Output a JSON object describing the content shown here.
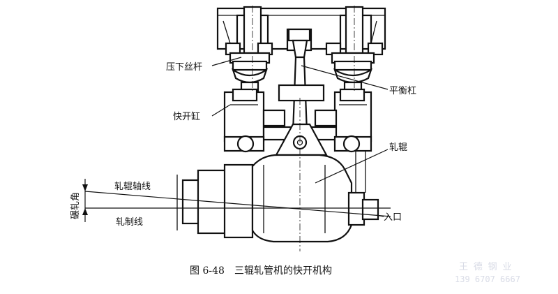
{
  "labels": {
    "screw_down": "压下丝杆",
    "fast_open_cylinder": "快开缸",
    "balance_bar": "平衡杠",
    "roll": "轧辊",
    "roll_axis": "轧辊轴线",
    "rolling_line": "轧制线",
    "roll_angle": "碾轧角",
    "entry": "入口"
  },
  "caption": {
    "figure_no": "图 6-48",
    "title": "三辊轧管机的快开机构"
  },
  "watermark": {
    "line1": "王 德 钢 业",
    "line2": "139 6707 6667"
  }
}
